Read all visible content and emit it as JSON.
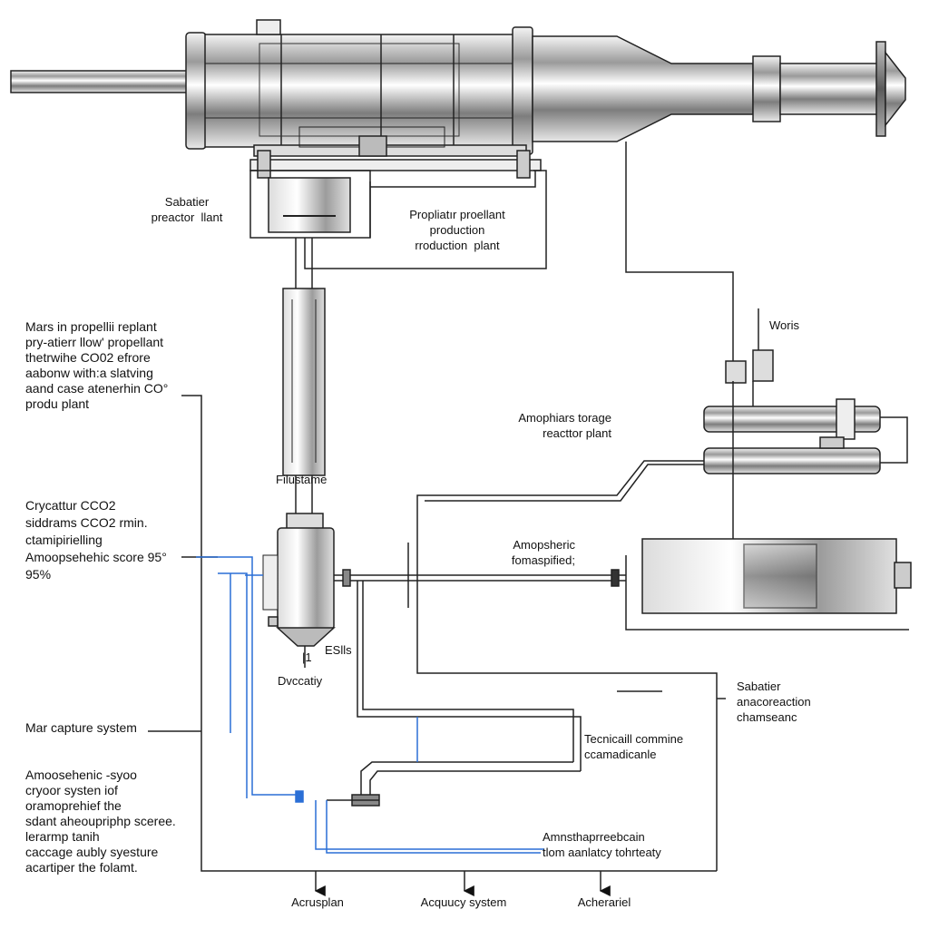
{
  "labels": {
    "sabatier_reactor_left": [
      "Sabatier",
      "preactor  llant"
    ],
    "propellant_plant": [
      "Propliatır proellant",
      "production",
      "rroduction  plant"
    ],
    "mars_propellant_block": [
      "Mars in propellii replant",
      "pry-atierr llow' propellant",
      "thetrwihe CO02 efrore",
      "aabonw with:a slatving",
      "aand case atenerhin CO°",
      "produ plant"
    ],
    "cryocatcher_block": [
      "Crycattur CCO2",
      "siddrams CCO2 rmin.",
      "ctamipirielling",
      "Amoopsehehic score 95°",
      "95%"
    ],
    "filustame": "Filustame",
    "woris": "Woris",
    "atmospheric_storage": [
      "Amophiars torage",
      "reacttor plant"
    ],
    "atmospheric_formaspified": [
      "Amopsheric",
      "fomaspified;"
    ],
    "eslls": "ESlls",
    "marker_1": "|1",
    "dvccatiy": "Dvccatiy",
    "sabatier_right": [
      "Sabatier",
      "anacoreaction",
      "chamseanc"
    ],
    "mar_capture": "Mar capture system",
    "technical_combine": [
      "Tecnicaill commine",
      "ccamadicanle"
    ],
    "atmospheric_syoo_block": [
      "Amoosehenic -syoo",
      "cryoor systen iof",
      "oramoprehief the",
      "sdant aheoupriphp sceree.",
      "lerarmp tanih",
      "caccage aubly syesture",
      "acartiper the folamt."
    ],
    "amnosphere_block": [
      "Amnsthaprreebcain",
      "tlom aanlatcy tohrteaty"
    ],
    "output_left": "Acrusplan",
    "output_mid": "Acquucy system",
    "output_right": "Acherariel"
  }
}
